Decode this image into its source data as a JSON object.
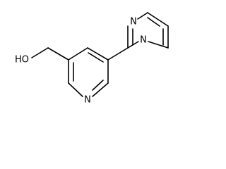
{
  "molecule": {
    "atom_labels": {
      "hydroxyl": "HO",
      "pyridine_nitrogen": "N",
      "pyrimidine_nitrogen_upper": "N",
      "pyrimidine_nitrogen_lower": "N"
    }
  },
  "colors": {
    "bond": "#000000",
    "background": "#ffffff"
  }
}
